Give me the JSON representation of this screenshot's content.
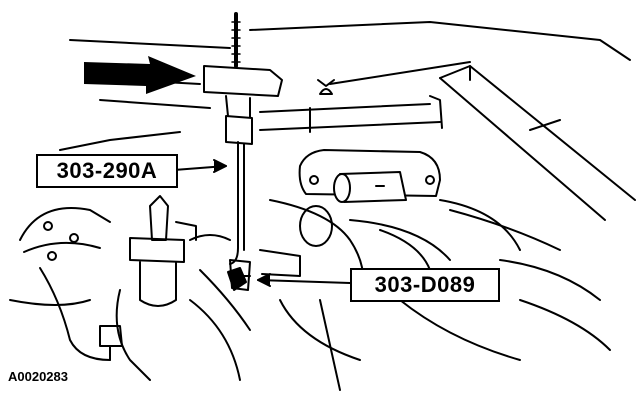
{
  "figure": {
    "callouts": [
      {
        "label": "303-290A"
      },
      {
        "label": "303-D089"
      }
    ],
    "figure_id": "A0020283",
    "arrow_icon": "direction-arrow-icon",
    "colors": {
      "ink": "#000000",
      "paper": "#ffffff"
    }
  }
}
